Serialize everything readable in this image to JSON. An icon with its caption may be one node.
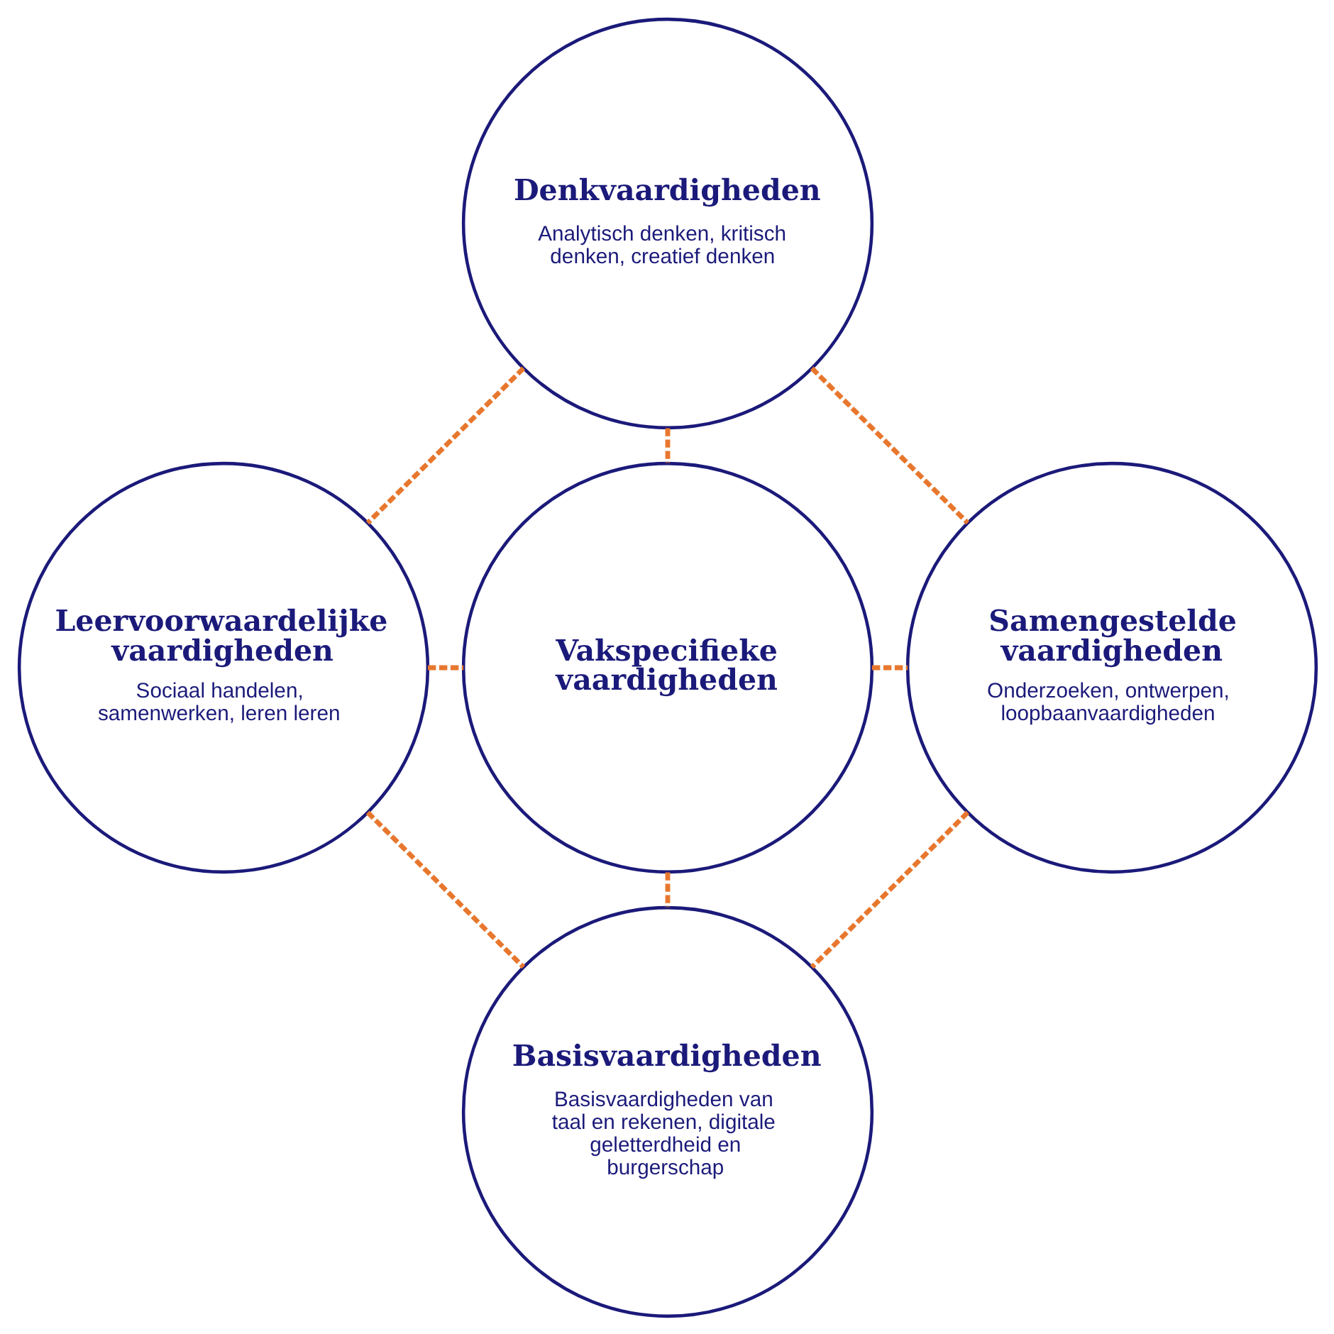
{
  "diagram": {
    "nodes": [
      {
        "text": [
          "Denkvaardigheden",
          "Analytisch denken, kritisch denken, creatief denken"
        ]
      },
      {
        "text": [
          "Leervoorwaardelijke vaardigheden",
          "Sociaal handelen, samenwerken, leren leren"
        ]
      },
      {
        "text": [
          "Vakspecifieke vaardigheden"
        ]
      },
      {
        "text": [
          "Samengestelde vaardigheden",
          "Onderzoeken, ontwerpen, loopbaanvaardigheden"
        ]
      },
      {
        "text": [
          "Basisvaardigheden",
          "Basisvaardigheden van taal en rekenen, digitale geletterdheid en burgerschap"
        ]
      }
    ],
    "edges": [
      {
        "from": 0,
        "to": 2,
        "arrow": "none",
        "style": "dashed"
      },
      {
        "from": 1,
        "to": 2,
        "arrow": "none",
        "style": "dashed"
      },
      {
        "from": 2,
        "to": 3,
        "arrow": "none",
        "style": "dashed"
      },
      {
        "from": 2,
        "to": 4,
        "arrow": "none",
        "style": "dashed"
      },
      {
        "from": 0,
        "to": 1,
        "arrow": "none",
        "style": "dashed"
      },
      {
        "from": 0,
        "to": 3,
        "arrow": "none",
        "style": "dashed"
      },
      {
        "from": 1,
        "to": 4,
        "arrow": "none",
        "style": "dashed"
      },
      {
        "from": 3,
        "to": 4,
        "arrow": "none",
        "style": "dashed"
      }
    ]
  }
}
